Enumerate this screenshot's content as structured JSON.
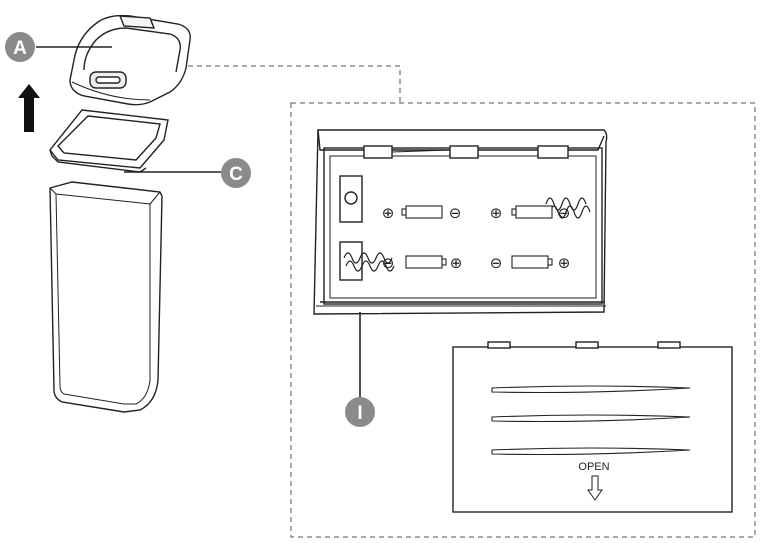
{
  "callouts": [
    {
      "id": "A",
      "label": "A",
      "color": "#8a8a8a"
    },
    {
      "id": "C",
      "label": "C",
      "color": "#8a8a8a"
    },
    {
      "id": "I",
      "label": "I",
      "color": "#8a8a8a"
    }
  ],
  "battery_compartment": {
    "polarity_marks": [
      "⊕",
      "⊖",
      "⊕",
      "⊖",
      "⊕",
      "⊖",
      "⊖",
      "⊕"
    ]
  },
  "battery_cover": {
    "open_label": "OPEN"
  },
  "icons": [
    "up-arrow-icon",
    "down-arrow-icon"
  ]
}
